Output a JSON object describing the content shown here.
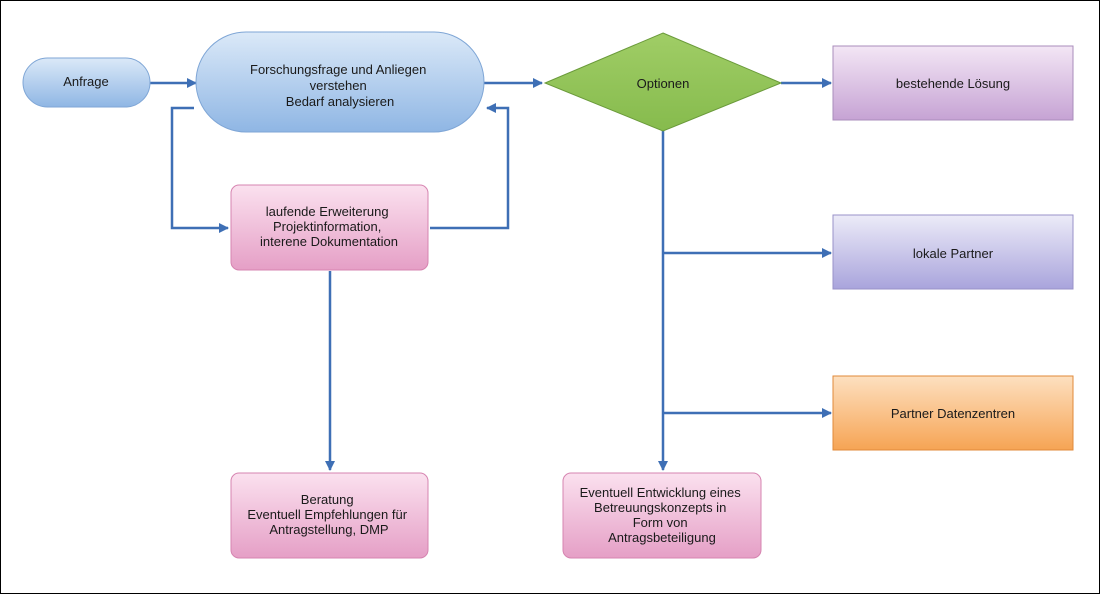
{
  "nodes": {
    "anfrage": {
      "lines": [
        "Anfrage"
      ]
    },
    "forschungsfrage": {
      "lines": [
        "Forschungsfrage und Anliegen",
        "verstehen",
        "Bedarf analysieren"
      ]
    },
    "optionen": {
      "lines": [
        "Optionen"
      ]
    },
    "bestehende": {
      "lines": [
        "bestehende Lösung"
      ]
    },
    "lokale": {
      "lines": [
        "lokale Partner"
      ]
    },
    "partner_dz": {
      "lines": [
        "Partner Datenzentren"
      ]
    },
    "laufende": {
      "lines": [
        "laufende Erweiterung",
        "Projektinformation,",
        "interene Dokumentation"
      ]
    },
    "beratung": {
      "lines": [
        "Beratung",
        "Eventuell Empfehlungen für",
        "Antragstellung, DMP"
      ]
    },
    "eventuell": {
      "lines": [
        "Eventuell Entwicklung eines",
        "Betreuungskonzepts in",
        "Form von",
        "Antragsbeteiligung"
      ]
    }
  },
  "colors": {
    "blue_top": "#dbe9f8",
    "blue_bottom": "#8fb6e4",
    "blue_stroke": "#7fa6d6",
    "green": "#8cc152",
    "green_stroke": "#6a9a3a",
    "purple_top": "#f3e6f5",
    "purple_bottom": "#c6a3d4",
    "purple_stroke": "#a98dbb",
    "violet_top": "#ecebf8",
    "violet_bottom": "#a9a4dc",
    "violet_stroke": "#9892c8",
    "orange_top": "#fde0c0",
    "orange_bottom": "#f6a454",
    "orange_stroke": "#e08a3a",
    "pink_top": "#fbe1ef",
    "pink_bottom": "#e59fc6",
    "pink_stroke": "#d684b0",
    "connector": "#3e6fb5"
  }
}
